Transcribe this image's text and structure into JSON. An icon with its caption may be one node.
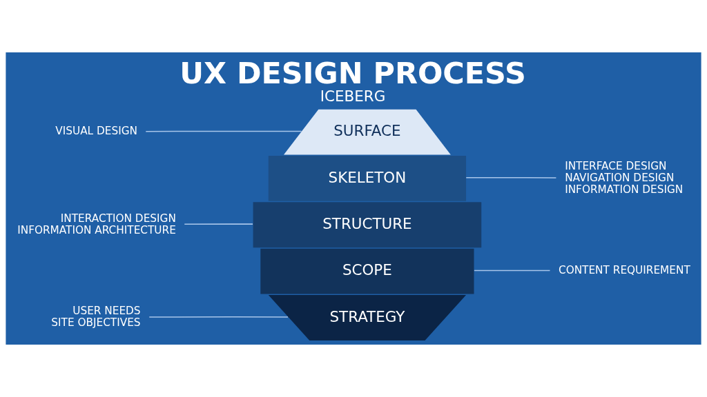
{
  "diagram": {
    "title": "UX DESIGN PROCESS",
    "caption": "ICEBERG",
    "nodes": [
      {
        "text": [
          "VISUAL DESIGN"
        ]
      },
      {
        "text": [
          "SURFACE"
        ]
      },
      {
        "text": [
          "SKELETON"
        ]
      },
      {
        "text": [
          "INTERFACE DESIGN",
          "NAVIGATION DESIGN",
          "INFORMATION DESIGN"
        ]
      },
      {
        "text": [
          "INTERACTION DESIGN",
          "INFORMATION ARCHITECTURE"
        ]
      },
      {
        "text": [
          "STRUCTURE"
        ]
      },
      {
        "text": [
          "SCOPE"
        ]
      },
      {
        "text": [
          "CONTENT REQUIREMENT"
        ]
      },
      {
        "text": [
          "USER NEEDS",
          "SITE OBJECTIVES"
        ]
      },
      {
        "text": [
          "STRATEGY"
        ]
      }
    ],
    "edges": [
      {
        "from": 0,
        "to": 1,
        "arrow": "none"
      },
      {
        "from": 3,
        "to": 2,
        "arrow": "none"
      },
      {
        "from": 4,
        "to": 5,
        "arrow": "none"
      },
      {
        "from": 7,
        "to": 6,
        "arrow": "none"
      },
      {
        "from": 8,
        "to": 9,
        "arrow": "none"
      }
    ]
  }
}
